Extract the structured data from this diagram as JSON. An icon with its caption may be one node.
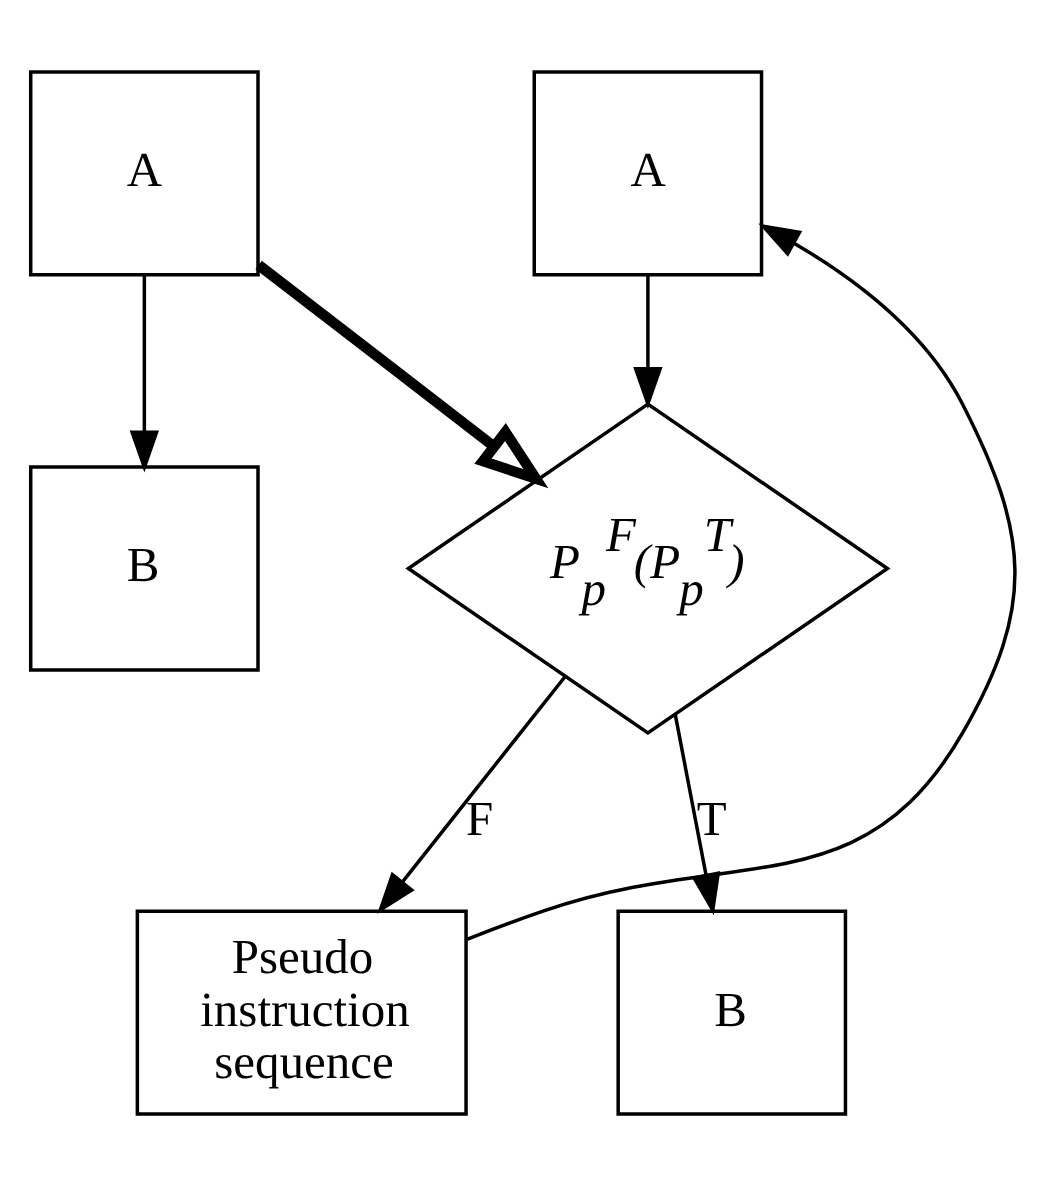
{
  "diagram": {
    "nodes": [
      {
        "text": [
          "A"
        ]
      },
      {
        "text": [
          "B"
        ]
      },
      {
        "text": [
          "A"
        ]
      },
      {
        "text": [
          "P$_{p}$$^{F}$(P$_{p}$$^{T}$)"
        ]
      },
      {
        "text": [
          "Pseudo instruction sequence"
        ]
      },
      {
        "text": [
          "B"
        ]
      }
    ],
    "edges": [
      {
        "from": 0,
        "to": 1,
        "arrow": "to"
      },
      {
        "from": 0,
        "to": 3,
        "arrow": "to",
        "style": "thick"
      },
      {
        "from": 2,
        "to": 3,
        "arrow": "to"
      },
      {
        "from": 3,
        "to": 5,
        "arrow": "to",
        "label": "T"
      },
      {
        "from": 3,
        "to": 4,
        "arrow": "to",
        "label": "F"
      },
      {
        "from": 4,
        "to": 2,
        "arrow": "to"
      }
    ]
  }
}
